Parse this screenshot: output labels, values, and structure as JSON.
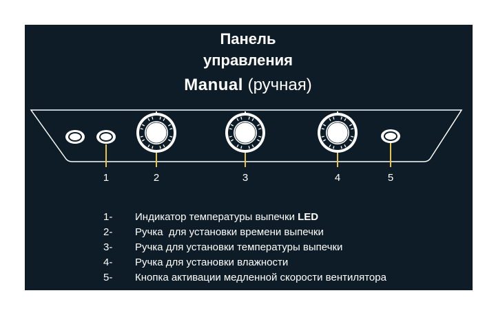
{
  "title": {
    "line1": "Панель",
    "line2": "управления",
    "mode_main": "Manual",
    "mode_sub": "(ручная)"
  },
  "callouts": [
    "1",
    "2",
    "3",
    "4",
    "5"
  ],
  "legend": [
    {
      "num": "1-",
      "text": "Индикатор температуры выпечки",
      "bold_suffix": "LED"
    },
    {
      "num": "2-",
      "text": "Ручка  для установки времени выпечки",
      "bold_suffix": ""
    },
    {
      "num": "3-",
      "text": "Ручка для установки температуры выпечки",
      "bold_suffix": ""
    },
    {
      "num": "4-",
      "text": "Ручка для установки влажности",
      "bold_suffix": ""
    },
    {
      "num": "5-",
      "text": "Кнопка активации медленной скорости вентилятора",
      "bold_suffix": ""
    }
  ],
  "colors": {
    "background": "#0d1c26",
    "text": "#ffffff",
    "callout_line": "#e8c547"
  },
  "icons": [
    "indicator-light-icon",
    "knob-icon",
    "button-icon"
  ]
}
